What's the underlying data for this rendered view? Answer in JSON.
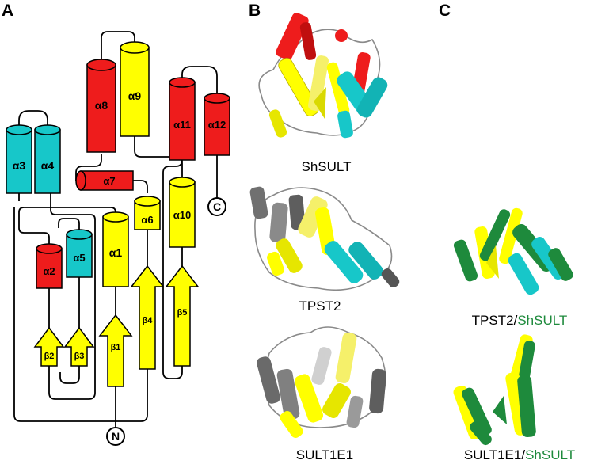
{
  "panels": {
    "A": "A",
    "B": "B",
    "C": "C"
  },
  "colors": {
    "red": "#ee1c1c",
    "yellow": "#ffff00",
    "cyan": "#17c7c9",
    "gray": "#7a7a7a",
    "green": "#1e8a3c",
    "black": "#000000"
  },
  "topology": {
    "helices": [
      {
        "id": "a1",
        "label": "α1",
        "color": "yellow"
      },
      {
        "id": "a2",
        "label": "α2",
        "color": "red"
      },
      {
        "id": "a3",
        "label": "α3",
        "color": "cyan"
      },
      {
        "id": "a4",
        "label": "α4",
        "color": "cyan"
      },
      {
        "id": "a5",
        "label": "α5",
        "color": "cyan"
      },
      {
        "id": "a6",
        "label": "α6",
        "color": "yellow"
      },
      {
        "id": "a7",
        "label": "α7",
        "color": "red"
      },
      {
        "id": "a8",
        "label": "α8",
        "color": "red"
      },
      {
        "id": "a9",
        "label": "α9",
        "color": "yellow"
      },
      {
        "id": "a10",
        "label": "α10",
        "color": "yellow"
      },
      {
        "id": "a11",
        "label": "α11",
        "color": "red"
      },
      {
        "id": "a12",
        "label": "α12",
        "color": "red"
      }
    ],
    "strands": [
      {
        "id": "b1",
        "label": "β1",
        "color": "yellow"
      },
      {
        "id": "b2",
        "label": "β2",
        "color": "yellow"
      },
      {
        "id": "b3",
        "label": "β3",
        "color": "yellow"
      },
      {
        "id": "b4",
        "label": "β4",
        "color": "yellow"
      },
      {
        "id": "b5",
        "label": "β5",
        "color": "yellow"
      }
    ],
    "n_terminus": "N",
    "c_terminus": "C"
  },
  "structures_b": [
    {
      "id": "shsult",
      "caption": "ShSULT"
    },
    {
      "id": "tpst2",
      "caption": "TPST2"
    },
    {
      "id": "sult1e1",
      "caption": "SULT1E1"
    }
  ],
  "overlays_c": [
    {
      "id": "tpst2-overlay",
      "first": "TPST2",
      "sep": "/",
      "second": "ShSULT"
    },
    {
      "id": "sult1e1-overlay",
      "first": "SULT1E1",
      "sep": "/",
      "second": "ShSULT"
    }
  ]
}
